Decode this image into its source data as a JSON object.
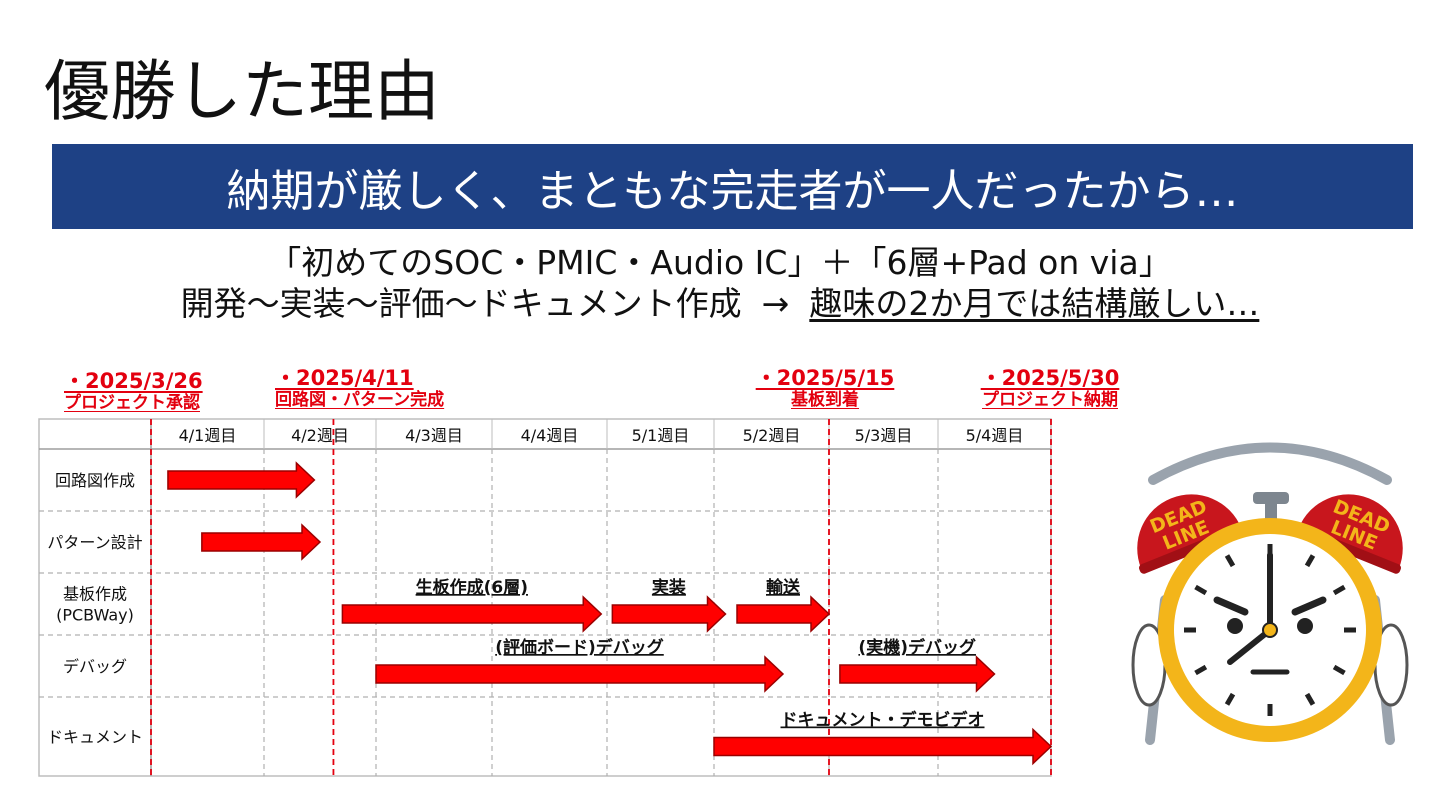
{
  "slide": {
    "title": "優勝した理由",
    "banner": "納期が厳しく、まともな完走者が一人だったから…",
    "subtitle_line1": "「初めてのSOC・PMIC・Audio IC」＋「6層+Pad on via」",
    "subtitle_line2_prefix": "開発～実装～評価～ドキュメント作成",
    "subtitle_arrow": "→",
    "subtitle_line2_emphasis": "趣味の2か月では結構厳しい…"
  },
  "milestones": [
    {
      "date": "・2025/3/26",
      "label": "プロジェクト承認"
    },
    {
      "date": "・2025/4/11",
      "label": "回路図・パターン完成"
    },
    {
      "date": "・2025/5/15",
      "label": "基板到着"
    },
    {
      "date": "・2025/5/30",
      "label": "プロジェクト納期"
    }
  ],
  "gantt": {
    "weeks": [
      "4/1週目",
      "4/2週目",
      "4/3週目",
      "4/4週目",
      "5/1週目",
      "5/2週目",
      "5/3週目",
      "5/4週目"
    ],
    "rows": [
      "回路図作成",
      "パターン設計",
      "基板作成\n(PCBWay)",
      "デバッグ",
      "ドキュメント"
    ],
    "tasks": [
      {
        "row": 0,
        "start_week": 0.15,
        "end_week": 1.45,
        "label": ""
      },
      {
        "row": 1,
        "start_week": 0.45,
        "end_week": 1.5,
        "label": ""
      },
      {
        "row": 2,
        "start_week": 1.7,
        "end_week": 3.95,
        "label": "生板作成(6層)"
      },
      {
        "row": 2,
        "start_week": 4.05,
        "end_week": 5.1,
        "label": "実装"
      },
      {
        "row": 2,
        "start_week": 5.2,
        "end_week": 6.0,
        "label": "輸送"
      },
      {
        "row": 3,
        "start_week": 2.0,
        "end_week": 5.6,
        "label": "(評価ボード)デバッグ"
      },
      {
        "row": 3,
        "start_week": 6.1,
        "end_week": 7.5,
        "label": "(実機)デバッグ"
      },
      {
        "row": 4,
        "start_week": 5.0,
        "end_week": 8.0,
        "label": "ドキュメント・デモビデオ"
      }
    ],
    "deadline_lines_week": [
      0.0,
      1.62,
      6.0,
      8.0
    ]
  },
  "clock_badges": [
    "DEAD",
    "LINE"
  ],
  "colors": {
    "banner": "#1e4185",
    "accent_red": "#e3000f",
    "clock_body": "#f3b51a",
    "bell": "#c8161d"
  }
}
